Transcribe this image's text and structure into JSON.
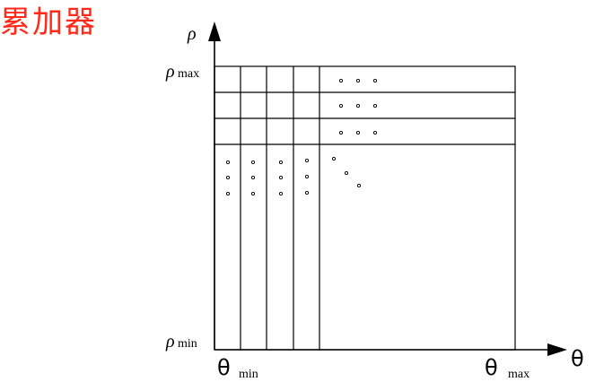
{
  "title": {
    "text": "累加器",
    "color": "#ff2a1a"
  },
  "axes": {
    "y_symbol": "ρ",
    "x_symbol": "θ",
    "rho_max": {
      "symbol": "ρ",
      "sub": "max"
    },
    "rho_min": {
      "symbol": "ρ",
      "sub": "min"
    },
    "theta_min": {
      "symbol": "θ",
      "sub": "min"
    },
    "theta_max": {
      "symbol": "θ",
      "sub": "max"
    }
  },
  "colors": {
    "line": "#000000",
    "background": "#ffffff"
  }
}
